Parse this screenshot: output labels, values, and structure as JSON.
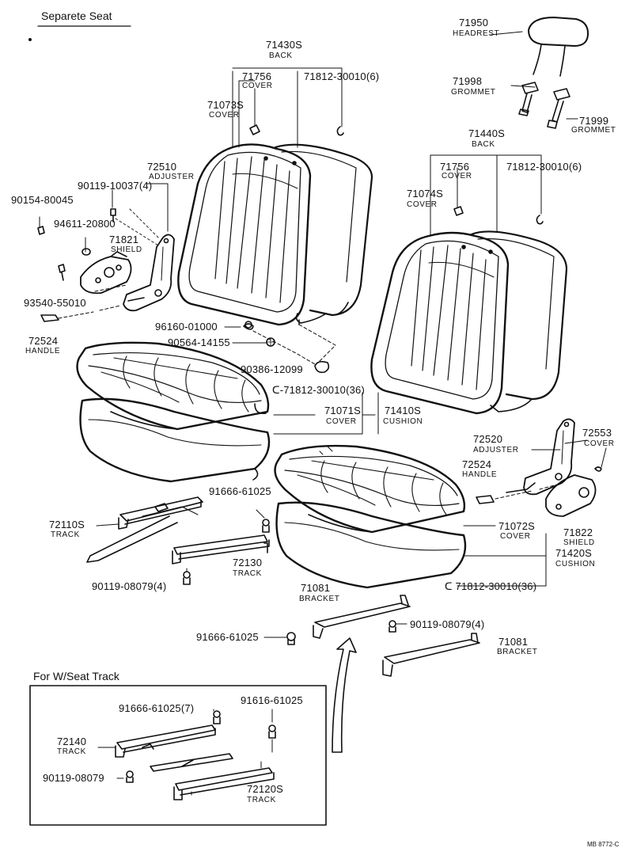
{
  "header": {
    "title": "Separete Seat"
  },
  "parts": [
    {
      "id": "p71950",
      "number": "71950",
      "name": "HEADREST"
    },
    {
      "id": "p71430",
      "number": "71430S",
      "name": "BACK"
    },
    {
      "id": "p71756a",
      "number": "71756",
      "name": "COVER"
    },
    {
      "id": "p71812a",
      "number": "71812-30010(6)",
      "name": ""
    },
    {
      "id": "p71998",
      "number": "71998",
      "name": "GROMMET"
    },
    {
      "id": "p71999",
      "number": "71999",
      "name": "GROMMET"
    },
    {
      "id": "p71073",
      "number": "71073S",
      "name": "COVER"
    },
    {
      "id": "p71440",
      "number": "71440S",
      "name": "BACK"
    },
    {
      "id": "p71756b",
      "number": "71756",
      "name": "COVER"
    },
    {
      "id": "p71812b",
      "number": "71812-30010(6)",
      "name": ""
    },
    {
      "id": "p71074",
      "number": "71074S",
      "name": "COVER"
    },
    {
      "id": "p72510",
      "number": "72510",
      "name": "ADJUSTER"
    },
    {
      "id": "p90119a",
      "number": "90119-10037(4)",
      "name": ""
    },
    {
      "id": "p90154",
      "number": "90154-80045",
      "name": ""
    },
    {
      "id": "p94611",
      "number": "94611-20800",
      "name": ""
    },
    {
      "id": "p71821",
      "number": "71821",
      "name": "SHIELD"
    },
    {
      "id": "p93540",
      "number": "93540-55010",
      "name": ""
    },
    {
      "id": "p72524a",
      "number": "72524",
      "name": "HANDLE"
    },
    {
      "id": "p96160",
      "number": "96160-01000",
      "name": ""
    },
    {
      "id": "p90564",
      "number": "90564-14155",
      "name": ""
    },
    {
      "id": "p90386",
      "number": "90386-12099",
      "name": ""
    },
    {
      "id": "p71812c",
      "number": "71812-30010(36)",
      "name": ""
    },
    {
      "id": "p71071",
      "number": "71071S",
      "name": "COVER"
    },
    {
      "id": "p71410",
      "number": "71410S",
      "name": "CUSHION"
    },
    {
      "id": "p72520",
      "number": "72520",
      "name": "ADJUSTER"
    },
    {
      "id": "p72553",
      "number": "72553",
      "name": "COVER"
    },
    {
      "id": "p72524b",
      "number": "72524",
      "name": "HANDLE"
    },
    {
      "id": "p91666a",
      "number": "91666-61025",
      "name": ""
    },
    {
      "id": "p72110",
      "number": "72110S",
      "name": "TRACK"
    },
    {
      "id": "p71822",
      "number": "71822",
      "name": "SHIELD"
    },
    {
      "id": "p71072",
      "number": "71072S",
      "name": "COVER"
    },
    {
      "id": "p71420",
      "number": "71420S",
      "name": "CUSHION"
    },
    {
      "id": "p72130",
      "number": "72130",
      "name": "TRACK"
    },
    {
      "id": "p71812d",
      "number": "71812-30010(36)",
      "name": ""
    },
    {
      "id": "p90119b",
      "number": "90119-08079(4)",
      "name": ""
    },
    {
      "id": "p71081a",
      "number": "71081",
      "name": "BRACKET"
    },
    {
      "id": "p90119c",
      "number": "90119-08079(4)",
      "name": ""
    },
    {
      "id": "p91666b",
      "number": "91666-61025",
      "name": ""
    },
    {
      "id": "p71081b",
      "number": "71081",
      "name": "BRACKET"
    },
    {
      "id": "p91666c",
      "number": "91666-61025(7)",
      "name": ""
    },
    {
      "id": "p91616",
      "number": "91616-61025",
      "name": ""
    },
    {
      "id": "p72140",
      "number": "72140",
      "name": "TRACK"
    },
    {
      "id": "p90119d",
      "number": "90119-08079",
      "name": ""
    },
    {
      "id": "p72120",
      "number": "72120S",
      "name": "TRACK"
    }
  ],
  "inset": {
    "title": "For W/Seat Track"
  },
  "footer": {
    "code": "MB  8772-C"
  }
}
